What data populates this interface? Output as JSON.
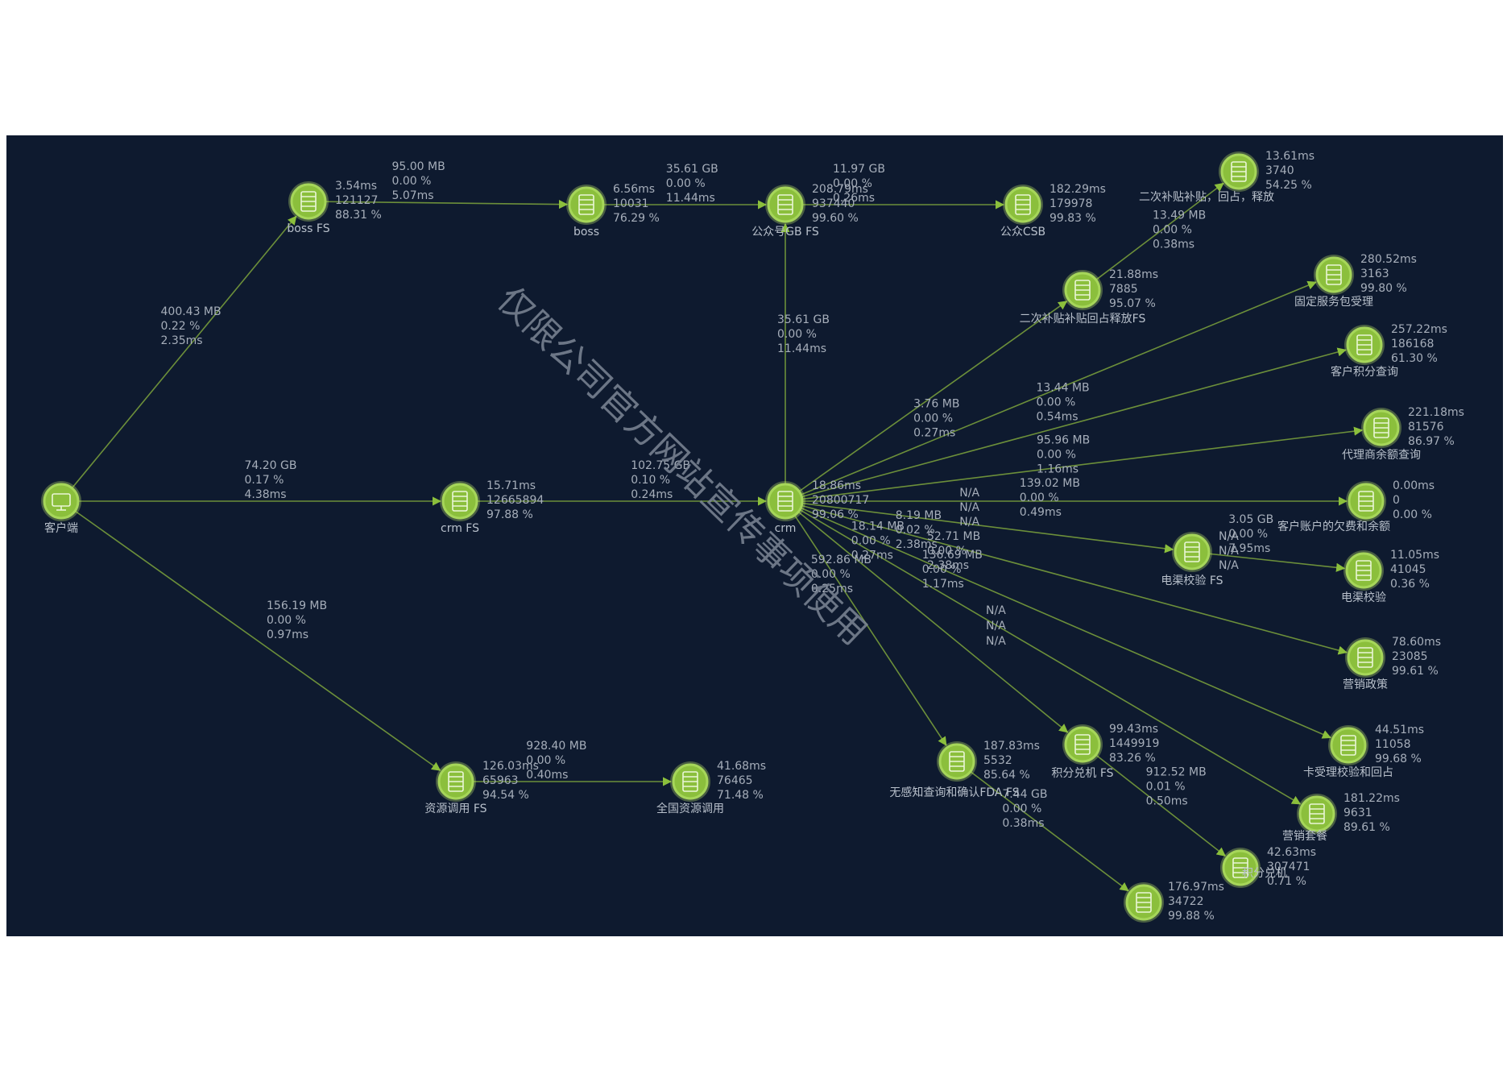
{
  "colors": {
    "background": "#0e1a2f",
    "node": "#8bbf3c",
    "edge": "#6c8f3a",
    "text": "#a6aeba"
  },
  "watermark": "仅限公司官方网站宣传事项使用",
  "nodes": [
    {
      "id": "client",
      "label": "客户端",
      "icon": "monitor-icon",
      "metrics": []
    },
    {
      "id": "bossfs",
      "label": "boss FS",
      "icon": "server-icon",
      "metrics": [
        "3.54ms",
        "121127",
        "88.31 %"
      ]
    },
    {
      "id": "boss",
      "label": "boss",
      "icon": "server-icon",
      "metrics": [
        "6.56ms",
        "10031",
        "76.29 %"
      ]
    },
    {
      "id": "gongfs",
      "label": "公众号GB FS",
      "icon": "server-icon",
      "metrics": [
        "208.79ms",
        "937440",
        "99.60 %"
      ]
    },
    {
      "id": "gongcsb",
      "label": "公众CSB",
      "icon": "server-icon",
      "metrics": [
        "182.29ms",
        "179978",
        "99.83 %"
      ]
    },
    {
      "id": "crmfs",
      "label": "crm FS",
      "icon": "server-icon",
      "metrics": [
        "15.71ms",
        "12665894",
        "97.88 %"
      ]
    },
    {
      "id": "crm",
      "label": "crm",
      "icon": "server-icon",
      "metrics": [
        "18.86ms",
        "20800717",
        "99.06 %"
      ]
    },
    {
      "id": "resfs",
      "label": "资源调用 FS",
      "icon": "server-icon",
      "metrics": [
        "126.03ms",
        "65963",
        "94.54 %"
      ]
    },
    {
      "id": "res",
      "label": "全国资源调用",
      "icon": "server-icon",
      "metrics": [
        "41.68ms",
        "76465",
        "71.48 %"
      ]
    },
    {
      "id": "t1",
      "label": "二次补贴补贴，回占，释放",
      "icon": "server-icon",
      "metrics": [
        "13.61ms",
        "3740",
        "54.25 %"
      ]
    },
    {
      "id": "t2",
      "label": "二次补贴补贴回占释放FS",
      "icon": "server-icon",
      "metrics": [
        "21.88ms",
        "7885",
        "95.07 %"
      ]
    },
    {
      "id": "t3",
      "label": "固定服务包受理",
      "icon": "server-icon",
      "metrics": [
        "280.52ms",
        "3163",
        "99.80 %"
      ]
    },
    {
      "id": "t4",
      "label": "客户积分查询",
      "icon": "server-icon",
      "metrics": [
        "257.22ms",
        "186168",
        "61.30 %"
      ]
    },
    {
      "id": "t5",
      "label": "代理商余额查询",
      "icon": "server-icon",
      "metrics": [
        "221.18ms",
        "81576",
        "86.97 %"
      ]
    },
    {
      "id": "t6",
      "label": "客户账户的欠费和余额",
      "icon": "server-icon",
      "metrics": [
        "0.00ms",
        "0",
        "0.00 %"
      ]
    },
    {
      "id": "t7",
      "label": "电渠校验 FS",
      "icon": "server-icon",
      "metrics": [
        "N/A",
        "N/A",
        "N/A"
      ]
    },
    {
      "id": "t8",
      "label": "电渠校验",
      "icon": "server-icon",
      "metrics": [
        "11.05ms",
        "41045",
        "0.36 %"
      ]
    },
    {
      "id": "t9",
      "label": "营销政策",
      "icon": "server-icon",
      "metrics": [
        "78.60ms",
        "23085",
        "99.61 %"
      ]
    },
    {
      "id": "t10",
      "label": "卡受理校验和回占",
      "icon": "server-icon",
      "metrics": [
        "44.51ms",
        "11058",
        "99.68 %"
      ]
    },
    {
      "id": "t11",
      "label": "营销套餐",
      "icon": "server-icon",
      "metrics": [
        "181.22ms",
        "9631",
        "89.61 %"
      ]
    },
    {
      "id": "t12",
      "label": "积分兑机",
      "icon": "server-icon",
      "metrics": [
        "42.63ms",
        "307471",
        "0.71 %"
      ]
    },
    {
      "id": "t13",
      "label": "积分兑机 FS",
      "icon": "server-icon",
      "metrics": [
        "99.43ms",
        "1449919",
        "83.26 %"
      ]
    },
    {
      "id": "t14",
      "label": "无感知查询和确认FDA FS",
      "icon": "server-icon",
      "metrics": [
        "187.83ms",
        "5532",
        "85.64 %"
      ]
    },
    {
      "id": "t15",
      "label": "",
      "icon": "server-icon",
      "metrics": [
        "176.97ms",
        "34722",
        "99.88 %"
      ]
    }
  ],
  "edges": [
    {
      "from": "client",
      "to": "bossfs",
      "metrics": [
        "400.43 MB",
        "0.22 %",
        "2.35ms"
      ]
    },
    {
      "from": "client",
      "to": "crmfs",
      "metrics": [
        "74.20 GB",
        "0.17 %",
        "4.38ms"
      ]
    },
    {
      "from": "client",
      "to": "resfs",
      "metrics": [
        "156.19 MB",
        "0.00 %",
        "0.97ms"
      ]
    },
    {
      "from": "bossfs",
      "to": "boss",
      "metrics": [
        "95.00 MB",
        "0.00 %",
        "5.07ms"
      ]
    },
    {
      "from": "boss",
      "to": "gongfs",
      "metrics": [
        "35.61 GB",
        "0.00 %",
        "11.44ms"
      ]
    },
    {
      "from": "gongfs",
      "to": "gongcsb",
      "metrics": [
        "11.97 GB",
        "0.00 %",
        "0.26ms"
      ]
    },
    {
      "from": "crm",
      "to": "gongfs",
      "metrics": [
        "35.61 GB",
        "0.00 %",
        "11.44ms"
      ]
    },
    {
      "from": "crmfs",
      "to": "crm",
      "metrics": [
        "102.75 GB",
        "0.10 %",
        "0.24ms"
      ]
    },
    {
      "from": "resfs",
      "to": "res",
      "metrics": [
        "928.40 MB",
        "0.00 %",
        "0.40ms"
      ]
    },
    {
      "from": "crm",
      "to": "t2",
      "metrics": [
        "3.76 MB",
        "0.00 %",
        "0.27ms"
      ]
    },
    {
      "from": "t2",
      "to": "t1",
      "metrics": [
        "13.49 MB",
        "0.00 %",
        "0.38ms"
      ]
    },
    {
      "from": "crm",
      "to": "t3",
      "metrics": [
        "13.44 MB",
        "0.00 %",
        "0.54ms"
      ]
    },
    {
      "from": "crm",
      "to": "t4",
      "metrics": [
        "95.96 MB",
        "0.00 %",
        "1.16ms"
      ]
    },
    {
      "from": "crm",
      "to": "t5",
      "metrics": [
        "139.02 MB",
        "0.00 %",
        "0.49ms"
      ]
    },
    {
      "from": "crm",
      "to": "t6",
      "metrics": [
        "N/A",
        "N/A",
        "N/A"
      ]
    },
    {
      "from": "crm",
      "to": "t7",
      "metrics": [
        "8.19 MB",
        "0.02 %",
        "2.38ms"
      ]
    },
    {
      "from": "t7",
      "to": "t8",
      "metrics": [
        "3.05 GB",
        "0.00 %",
        "7.95ms"
      ]
    },
    {
      "from": "crm",
      "to": "t9",
      "metrics": [
        "52.71 MB",
        "0.00 %",
        "2.38ms"
      ]
    },
    {
      "from": "crm",
      "to": "t10",
      "metrics": [
        "136.69 MB",
        "0.00 %",
        "1.17ms"
      ]
    },
    {
      "from": "crm",
      "to": "t11",
      "metrics": [
        "",
        "",
        ""
      ]
    },
    {
      "from": "crm",
      "to": "t13",
      "metrics": [
        "18.14 MB",
        "0.00 %",
        "0.27ms"
      ]
    },
    {
      "from": "t13",
      "to": "t12",
      "metrics": [
        "912.52 MB",
        "0.01 %",
        "0.50ms"
      ]
    },
    {
      "from": "crm",
      "to": "t14",
      "metrics": [
        "592.86 MB",
        "0.00 %",
        "0.25ms"
      ]
    },
    {
      "from": "t14",
      "to": "t15",
      "metrics": [
        "7.44 GB",
        "0.00 %",
        "0.38ms"
      ]
    }
  ],
  "extra_labels": [
    "N/A",
    "N/A",
    "N/A"
  ]
}
